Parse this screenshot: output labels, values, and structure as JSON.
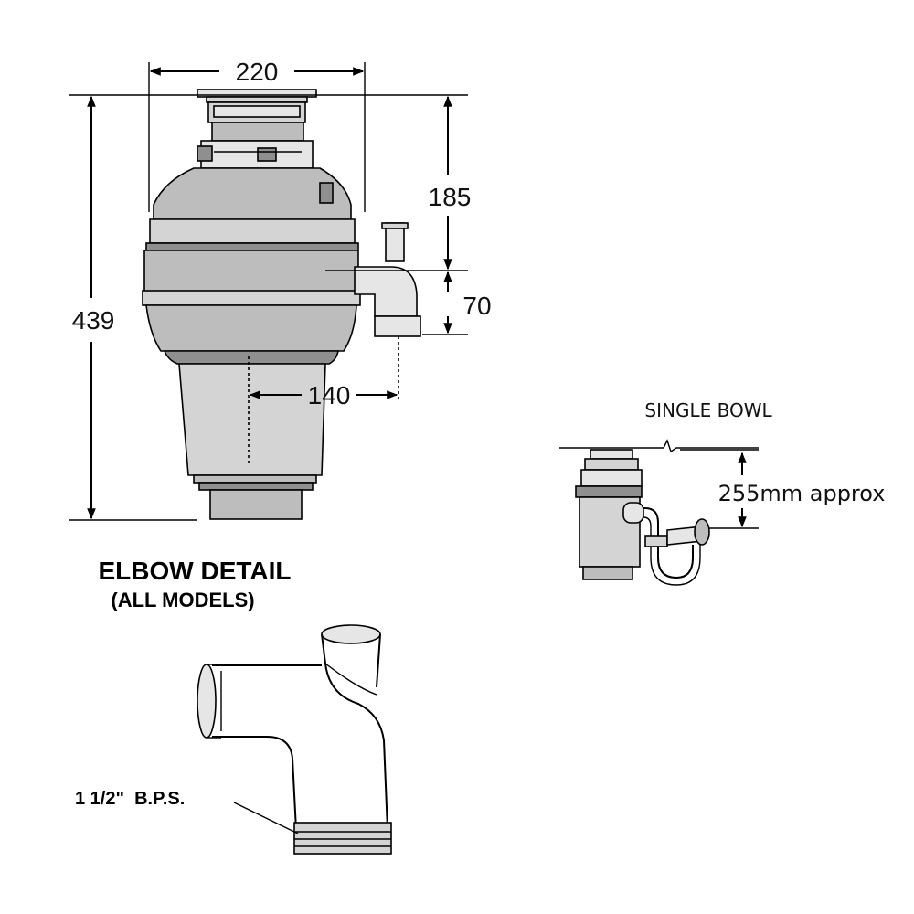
{
  "dimensions": {
    "width_top": "220",
    "height_total": "439",
    "height_upper": "185",
    "height_outlet": "70",
    "outlet_offset": "140"
  },
  "single_bowl": {
    "title": "SINGLE BOWL",
    "height_label": "255mm approx"
  },
  "elbow_detail": {
    "title": "ELBOW DETAIL",
    "subtitle": "(ALL MODELS)",
    "callout": "1 1/2\"  B.P.S."
  }
}
